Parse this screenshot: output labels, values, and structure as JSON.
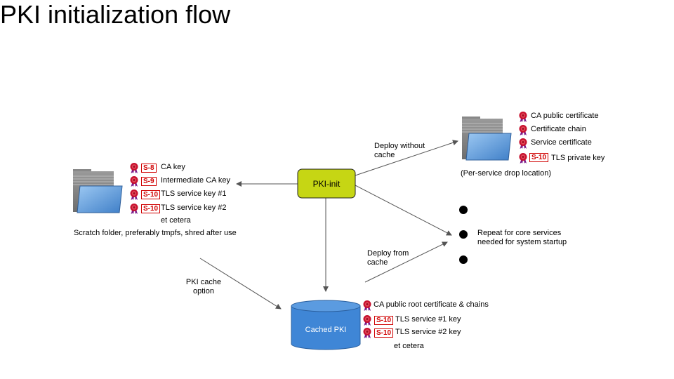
{
  "title": "PKI initialization flow",
  "pki_init": {
    "label": "PKI-init"
  },
  "scratch": {
    "items": [
      {
        "badge": "S-8",
        "label": "CA key"
      },
      {
        "badge": "S-9",
        "label": "Intermediate CA key"
      },
      {
        "badge": "S-10",
        "label": "TLS service key #1"
      },
      {
        "badge": "S-10",
        "label": "TLS service key #2"
      }
    ],
    "etc": "et cetera",
    "caption": "Scratch folder, preferably tmpfs, shred after use"
  },
  "drop": {
    "items": [
      {
        "badge": "",
        "label": "CA public certificate"
      },
      {
        "badge": "",
        "label": "Certificate chain"
      },
      {
        "badge": "",
        "label": "Service certificate"
      },
      {
        "badge": "S-10",
        "label": "TLS private key"
      }
    ],
    "caption": "(Per-service drop location)"
  },
  "cache": {
    "label": "Cached PKI",
    "items": [
      {
        "badge": "",
        "label": "CA public root certificate & chains"
      },
      {
        "badge": "S-10",
        "label": "TLS service #1 key"
      },
      {
        "badge": "S-10",
        "label": "TLS service #2 key"
      }
    ],
    "etc": "et cetera"
  },
  "edges": {
    "deploy_without_cache": {
      "line1": "Deploy without",
      "line2": "cache"
    },
    "deploy_from_cache": {
      "line1": "Deploy from",
      "line2": "cache"
    },
    "pki_cache_option": {
      "line1": "PKI cache",
      "line2": "option"
    }
  },
  "repeat": {
    "line1": "Repeat for core services",
    "line2": "needed for system startup"
  },
  "colors": {
    "pki_init_fill": "#c6d614",
    "cylinder_fill": "#3f86d6",
    "badge_red": "#d00000",
    "seal_red": "#c8102e",
    "arrow": "#555555"
  }
}
